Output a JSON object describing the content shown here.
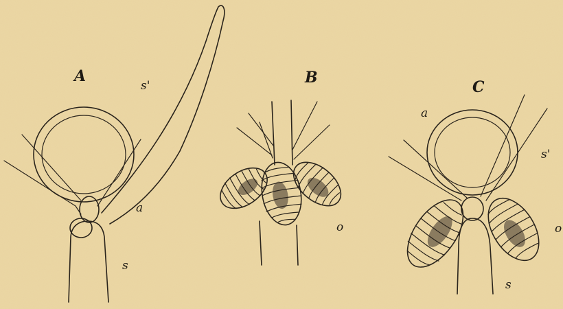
{
  "figure": {
    "background_color": "#ecd7a4",
    "ink_color": "#2a241c",
    "panels": [
      {
        "letter": "A",
        "labels": {
          "s_prime": "s'",
          "a": "a",
          "s": "s"
        }
      },
      {
        "letter": "B",
        "labels": {
          "o": "o"
        }
      },
      {
        "letter": "C",
        "labels": {
          "a": "a",
          "s_prime": "s'",
          "s": "s",
          "o": "o"
        }
      }
    ]
  }
}
